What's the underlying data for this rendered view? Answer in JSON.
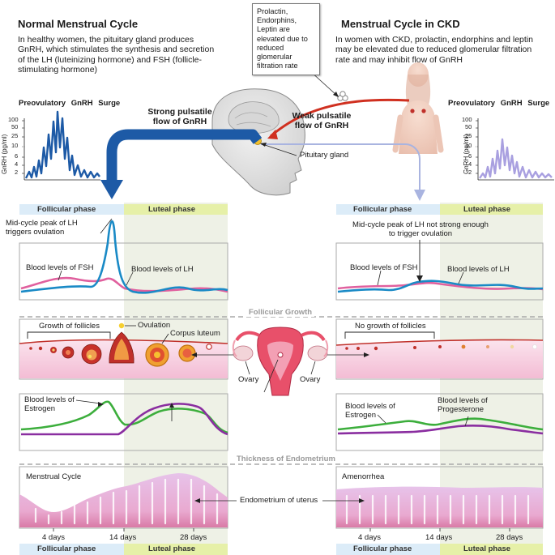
{
  "left": {
    "title": "Normal Menstrual Cycle",
    "description": "In healthy women, the pituitary gland produces GnRH, which stimulates the synthesis and secretion of the LH (luteinizing hormone) and FSH (follicle-stimulating hormone)",
    "surge_title": "Preovulatory GnRH Surge",
    "y_axis_label": "GnRH (pg/ml)",
    "y_ticks": [
      "100",
      "50",
      "25",
      "10",
      "6",
      "4",
      "2"
    ],
    "phase_top_follicular": "Follicular phase",
    "phase_top_luteal": "Luteal phase",
    "lh_peak_note": "Mid-cycle peak of LH triggers ovulation",
    "fsh_label": "Blood levels of FSH",
    "lh_label": "Blood levels of LH",
    "growth_label": "Growth of follicles",
    "ovulation_label": "Ovulation",
    "corpus_label": "Corpus luteum",
    "estrogen_label": "Blood levels of Estrogen",
    "cycle_label": "Menstrual Cycle",
    "days": [
      "4 days",
      "14 days",
      "28 days"
    ],
    "phase_bottom_follicular": "Follicular phase",
    "phase_bottom_luteal": "Luteal phase"
  },
  "right": {
    "title": "Menstrual Cycle in CKD",
    "description": "In women with CKD, prolactin, endorphins and leptin may be elevated due to reduced glomerular filtration rate and may inhibit flow of GnRH",
    "surge_title": "Preovulatory GnRH Surge",
    "y_axis_label": "GnRH (pg/ml)",
    "y_ticks": [
      "100",
      "50",
      "25",
      "10",
      "6",
      "4",
      "2"
    ],
    "phase_top_follicular": "Follicular phase",
    "phase_top_luteal": "Luteal phase",
    "lh_peak_note": "Mid-cycle peak of LH not strong enough to trigger ovulation",
    "fsh_label": "Blood levels of FSH",
    "lh_label": "Blood levels of LH",
    "growth_label": "No growth of follicles",
    "estrogen_label": "Blood levels of Estrogen",
    "progesterone_label": "Blood levels of Progesterone",
    "cycle_label": "Amenorrhea",
    "days": [
      "4 days",
      "14 days",
      "28 days"
    ],
    "phase_bottom_follicular": "Follicular phase",
    "phase_bottom_luteal": "Luteal phase"
  },
  "center": {
    "prolactin_box": "Prolactin, Endorphins, Leptin are elevated due to reduced glomerular filtration rate",
    "strong_flow": "Strong pulsatile flow of GnRH",
    "weak_flow": "Weak pulsatile flow of GnRH",
    "pituitary": "Pituitary gland",
    "follicular_growth": "Follicular Growth",
    "ovary_left": "Ovary",
    "ovary_right": "Ovary",
    "endometrium_thickness": "Thickness of Endometrium",
    "endometrium_label": "Endometrium of uterus"
  },
  "colors": {
    "strong_arrow": "#1d5aa6",
    "weak_arrow": "#a9b4e0",
    "inhibit_arrow": "#d03020",
    "lh_line": "#1a8ac6",
    "fsh_line": "#e0609e",
    "estrogen_line": "#3cae3c",
    "progesterone_line": "#8a2ea0",
    "follicular_band": "#dcecf8",
    "luteal_band": "#e6f0a8",
    "endometrium": "#e8b6df"
  }
}
